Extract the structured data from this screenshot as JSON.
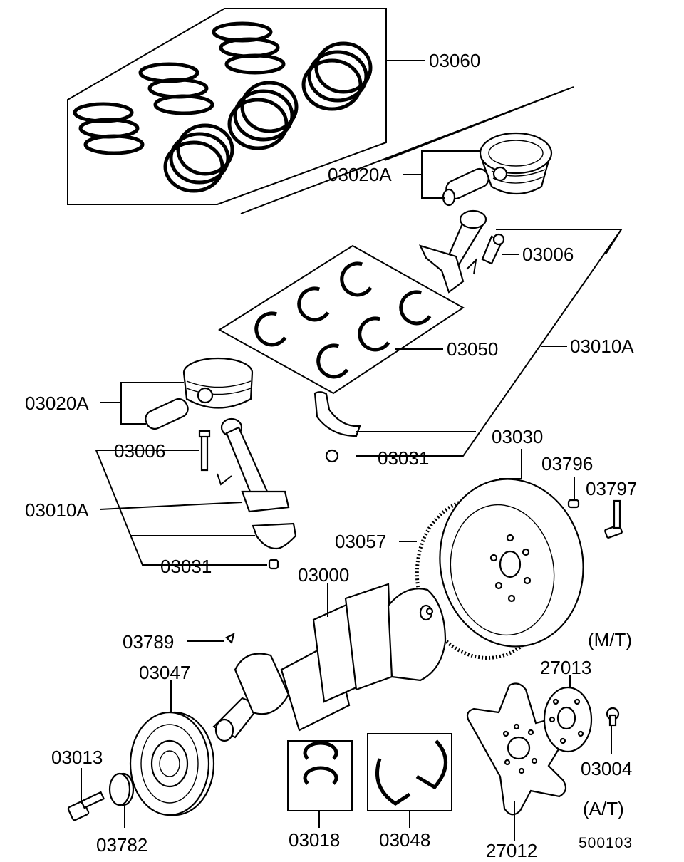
{
  "labels": {
    "l_03060": "03060",
    "l_03020A_top": "03020A",
    "l_03006_right": "03006",
    "l_03050": "03050",
    "l_03010A_right": "03010A",
    "l_03020A_left": "03020A",
    "l_03006_left": "03006",
    "l_03010A_left": "03010A",
    "l_03031_right": "03031",
    "l_03031_left": "03031",
    "l_03030": "03030",
    "l_03796": "03796",
    "l_03797": "03797",
    "l_03057": "03057",
    "l_03000": "03000",
    "l_03789": "03789",
    "l_03047": "03047",
    "l_mt": "(M/T)",
    "l_27013": "27013",
    "l_03004": "03004",
    "l_03013": "03013",
    "l_03782": "03782",
    "l_03018": "03018",
    "l_03048": "03048",
    "l_27012": "27012",
    "l_at": "(A/T)",
    "l_ref": "500103"
  },
  "icons": [
    "piston-ring-set-icon",
    "piston-icon",
    "connecting-rod-icon",
    "bearing-shell-icon",
    "flywheel-icon",
    "crankshaft-icon",
    "pulley-icon",
    "bolt-icon",
    "drive-plate-icon",
    "thrust-washer-icon"
  ]
}
